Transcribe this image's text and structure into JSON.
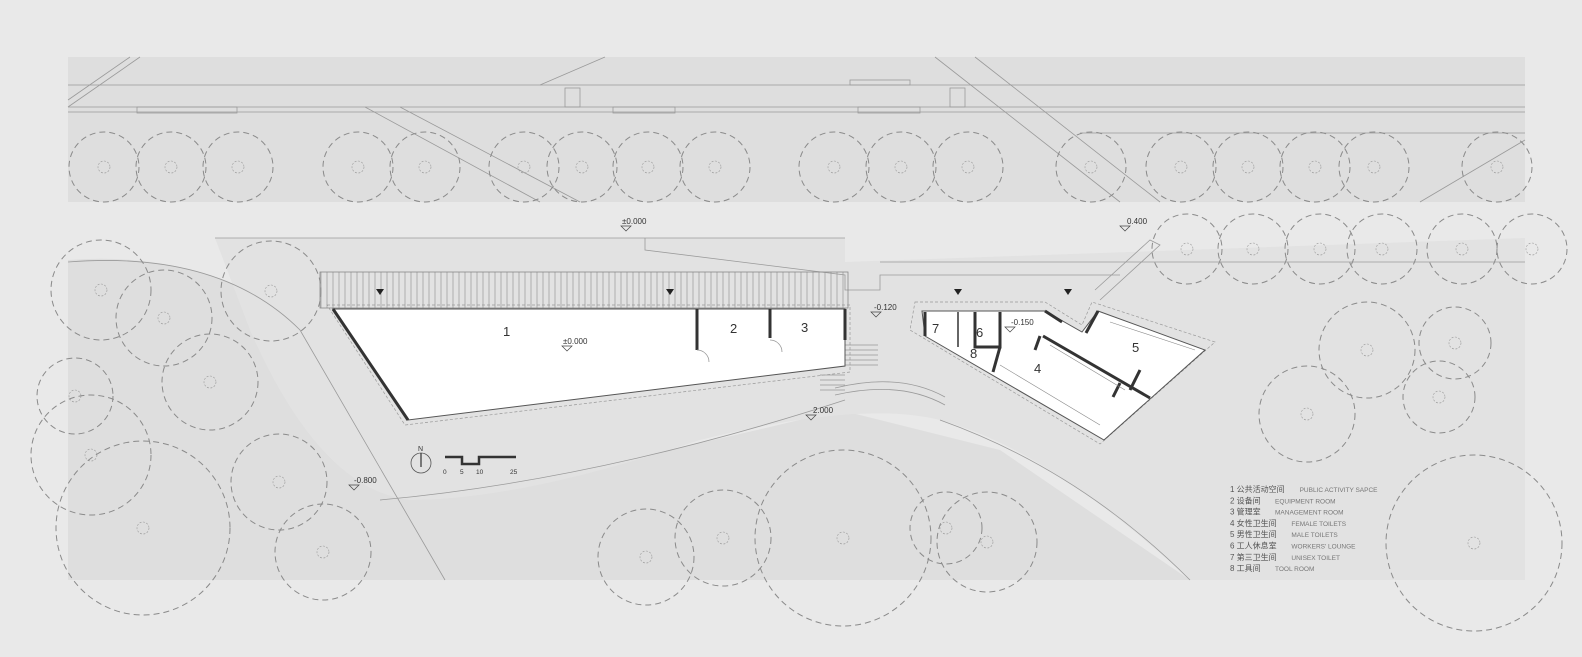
{
  "plan": {
    "elevations": {
      "street_top": "±0.000",
      "street_right": "0.400",
      "room1": "±0.000",
      "entry": "-0.120",
      "toilets": "-0.150",
      "lower_path": "2.000",
      "lower_left": "-0.800"
    },
    "rooms": [
      "1",
      "2",
      "3",
      "4",
      "5",
      "6",
      "7",
      "8"
    ],
    "north_label": "N",
    "scale_ticks": [
      "0",
      "5",
      "10",
      "25"
    ],
    "legend": [
      {
        "cn": "1 公共活动空间",
        "en": "PUBLIC ACTIVITY SAPCE"
      },
      {
        "cn": "2 设备间",
        "en": "EQUIPMENT ROOM"
      },
      {
        "cn": "3 管理室",
        "en": "MANAGEMENT ROOM"
      },
      {
        "cn": "4 女性卫生间",
        "en": "FEMALE TOILETS"
      },
      {
        "cn": "5 男性卫生间",
        "en": "MALE TOILETS"
      },
      {
        "cn": "6 工人休息室",
        "en": "WORKERS' LOUNGE"
      },
      {
        "cn": "7 第三卫生间",
        "en": "UNISEX TOILET"
      },
      {
        "cn": "8 工具间",
        "en": "TOOL ROOM"
      }
    ]
  },
  "colors": {
    "background": "#e9e9e9",
    "ground": "#dedede",
    "building": "#ffffff",
    "wall": "#333333"
  }
}
